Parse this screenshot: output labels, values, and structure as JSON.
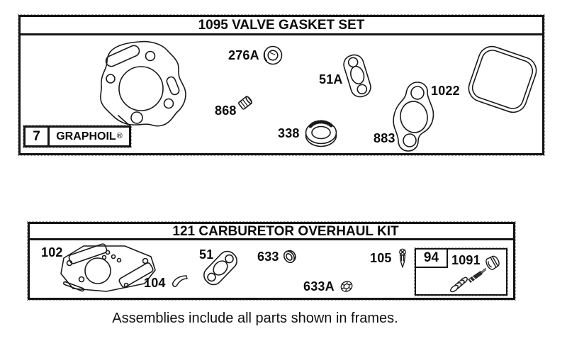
{
  "page": {
    "background": "#ffffff",
    "line_color": "#1a1a1a",
    "caption": "Assemblies include all parts shown in frames."
  },
  "valve_frame": {
    "title": "1095 VALVE GASKET SET",
    "assembly_tag": {
      "number": "7",
      "name": "GRAPHOIL",
      "reg_mark": "®"
    },
    "parts": [
      {
        "id": "276A",
        "shape": "sealing-washer"
      },
      {
        "id": "868",
        "shape": "keeper-plug"
      },
      {
        "id": "338",
        "shape": "oil-seal"
      },
      {
        "id": "51A",
        "shape": "exhaust-port-gasket"
      },
      {
        "id": "883",
        "shape": "intake-port-gasket"
      },
      {
        "id": "1022",
        "shape": "valve-cover-gasket"
      }
    ],
    "tagged_part_shape": "cylinder-head-gasket"
  },
  "carb_frame": {
    "title": "121 CARBURETOR OVERHAUL KIT",
    "parts": [
      {
        "id": "102",
        "shape": "carburetor-body-gasket"
      },
      {
        "id": "104",
        "shape": "float-hinge-clip"
      },
      {
        "id": "51",
        "shape": "carburetor-mount-gasket"
      },
      {
        "id": "633",
        "shape": "bushing-grommet"
      },
      {
        "id": "105",
        "shape": "inlet-needle"
      },
      {
        "id": "633A",
        "shape": "seat-washer"
      }
    ],
    "sub_frame": {
      "number": "94",
      "part_id": "1091",
      "shape": "needle-valve-assembly"
    }
  }
}
